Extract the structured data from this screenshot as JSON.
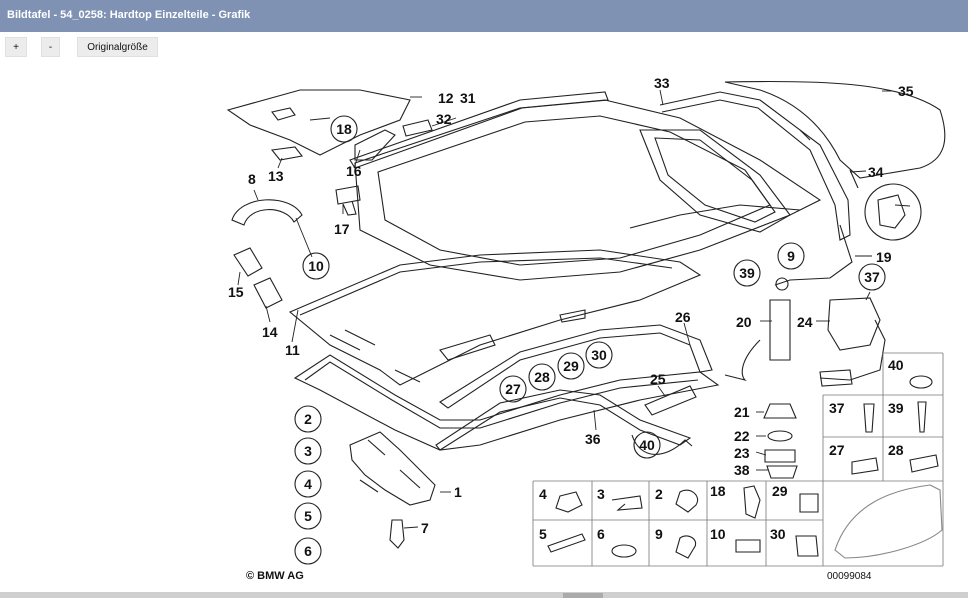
{
  "window": {
    "title": "Bildtafel - 54_0258: Hardtop Einzelteile - Grafik"
  },
  "toolbar": {
    "zoom_in": "+",
    "zoom_out": "-",
    "original_size": "Originalgröße"
  },
  "diagram": {
    "labels": {
      "n1": "1",
      "n2": "2",
      "n3": "3",
      "n4": "4",
      "n5": "5",
      "n6": "6",
      "n7": "7",
      "n8": "8",
      "n9": "9",
      "n10": "10",
      "n11": "11",
      "n12": "12",
      "n13": "13",
      "n14": "14",
      "n15": "15",
      "n16": "16",
      "n17": "17",
      "n18": "18",
      "n19": "19",
      "n20": "20",
      "n21": "21",
      "n22": "22",
      "n23": "23",
      "n24": "24",
      "n25": "25",
      "n26": "26",
      "n27": "27",
      "n28": "28",
      "n29": "29",
      "n30": "30",
      "n31": "31",
      "n32": "32",
      "n33": "33",
      "n34": "34",
      "n35": "35",
      "n36": "36",
      "n37": "37",
      "n38": "38",
      "n39": "39",
      "n40": "40"
    },
    "copyright": "© BMW AG",
    "drawing_number": "00099084"
  }
}
